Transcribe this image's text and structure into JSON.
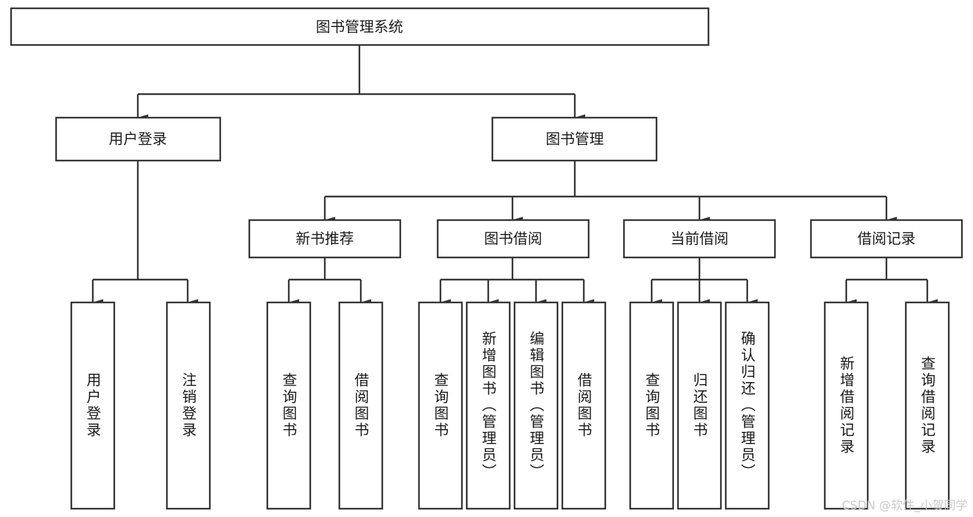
{
  "diagram": {
    "type": "tree",
    "title": "图书管理系统",
    "watermark": "CSDN @软件_小贺同学",
    "colors": {
      "stroke": "#333333",
      "fill": "#ffffff",
      "text": "#1a1a1a",
      "watermark": "#c9c9c9",
      "background": "#ffffff"
    },
    "levels": {
      "root": {
        "label": "图书管理系统"
      },
      "level2": [
        {
          "label": "用户登录"
        },
        {
          "label": "图书管理"
        }
      ],
      "level3": [
        {
          "label": "新书推荐"
        },
        {
          "label": "图书借阅"
        },
        {
          "label": "当前借阅"
        },
        {
          "label": "借阅记录"
        }
      ],
      "leaves_user_login": [
        {
          "label": "用户登录"
        },
        {
          "label": "注销登录"
        }
      ],
      "leaves_new_book": [
        {
          "label": "查询图书"
        },
        {
          "label": "借阅图书"
        }
      ],
      "leaves_borrow": [
        {
          "label": "查询图书"
        },
        {
          "label": "新增图书（管理员）"
        },
        {
          "label": "编辑图书（管理员）"
        },
        {
          "label": "借阅图书"
        }
      ],
      "leaves_current": [
        {
          "label": "查询图书"
        },
        {
          "label": "归还图书"
        },
        {
          "label": "确认归还（管理员）"
        }
      ],
      "leaves_records": [
        {
          "label": "新增借阅记录"
        },
        {
          "label": "查询借阅记录"
        }
      ]
    }
  }
}
